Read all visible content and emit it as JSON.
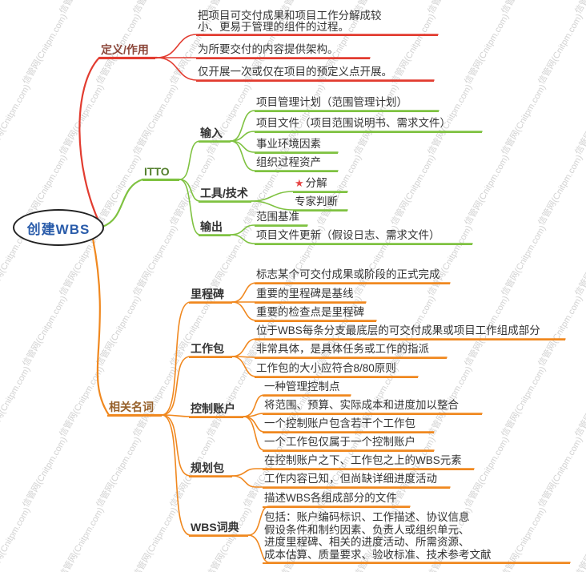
{
  "watermark": {
    "text": "信管网(Cnitpm.com)"
  },
  "icons": {
    "star": "★"
  },
  "colors": {
    "red": "#e23c30",
    "green": "#7fc241",
    "orange": "#f0881f",
    "text": "#333333",
    "root_text": "#2a5caa",
    "label_red": "#8b4538",
    "label_green": "#55802f",
    "label_orange": "#96602a",
    "star": "#e64545",
    "watermark": "#d2d2d2"
  },
  "root": {
    "label": "创建WBS"
  },
  "definition": {
    "label": "定义/作用",
    "items": [
      "把项目可交付成果和项目工作分解成较\n小、更易于管理的组件的过程。",
      "为所要交付的内容提供架构。",
      "仅开展一次或仅在项目的预定义点开展。"
    ]
  },
  "itto": {
    "label": "ITTO",
    "input": {
      "label": "输入",
      "items": [
        "项目管理计划（范围管理计划）",
        "项目文件（项目范围说明书、需求文件）",
        "事业环境因素",
        "组织过程资产"
      ]
    },
    "tools": {
      "label": "工具/技术",
      "items": [
        "分解",
        "专家判断"
      ]
    },
    "output": {
      "label": "输出",
      "items": [
        "范围基准",
        "项目文件更新（假设日志、需求文件）"
      ]
    }
  },
  "terms": {
    "label": "相关名词",
    "milestone": {
      "label": "里程碑",
      "items": [
        "标志某个可交付成果或阶段的正式完成",
        "重要的里程碑是基线",
        "重要的检查点是里程碑"
      ]
    },
    "work_package": {
      "label": "工作包",
      "items": [
        "位于WBS每条分支最底层的可交付成果或项目工作组成部分",
        "非常具体，是具体任务或工作的指派",
        "工作包的大小应符合8/80原则"
      ]
    },
    "control_account": {
      "label": "控制账户",
      "items": [
        "一种管理控制点",
        "将范围、预算、实际成本和进度加以整合",
        "一个控制账户包含若干个工作包",
        "一个工作包仅属于一个控制账户"
      ]
    },
    "planning_package": {
      "label": "规划包",
      "items": [
        "在控制账户之下、工作包之上的WBS元素",
        "工作内容已知，但尚缺详细进度活动"
      ]
    },
    "wbs_dictionary": {
      "label": "WBS词典",
      "items": [
        "描述WBS各组成部分的文件",
        "包括：账户编码标识、工作描述、协议信息\n假设条件和制约因素、负责人或组织单元、\n进度里程碑、相关的进度活动、所需资源、\n成本估算、质量要求、验收标准、技术参考文献"
      ]
    }
  }
}
